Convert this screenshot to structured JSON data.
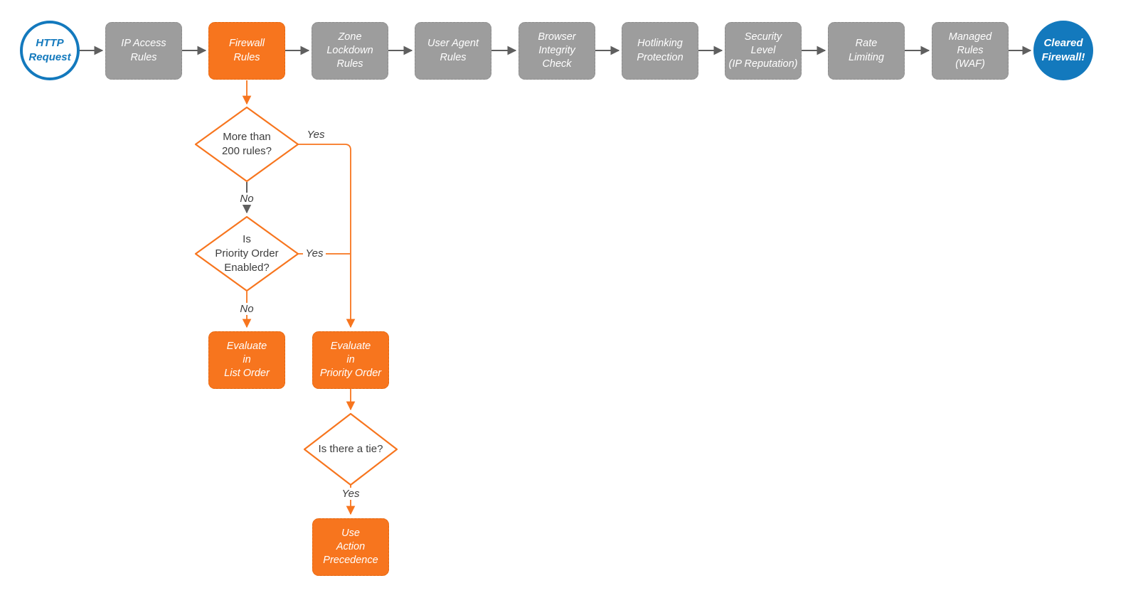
{
  "colors": {
    "orange": "#f7751e",
    "blue": "#1379bd",
    "gray": "#9d9d9d",
    "arrow": "#5f5f5f",
    "ink": "#3d3d3d"
  },
  "nodes": {
    "http_request": {
      "label": "HTTP\nRequest"
    },
    "ip_access_rules": {
      "label": "IP Access\nRules"
    },
    "firewall_rules": {
      "label": "Firewall\nRules"
    },
    "zone_lockdown_rules": {
      "label": "Zone\nLockdown\nRules"
    },
    "user_agent_rules": {
      "label": "User Agent\nRules"
    },
    "browser_integrity_check": {
      "label": "Browser\nIntegrity\nCheck"
    },
    "hotlinking_protection": {
      "label": "Hotlinking\nProtection"
    },
    "security_level": {
      "label": "Security\nLevel\n(IP Reputation)"
    },
    "rate_limiting": {
      "label": "Rate\nLimiting"
    },
    "managed_rules_waf": {
      "label": "Managed\nRules\n(WAF)"
    },
    "cleared_firewall": {
      "label": "Cleared\nFirewall!"
    },
    "more_than_200_rules": {
      "label": "More than\n200 rules?"
    },
    "priority_order_enabled": {
      "label": "Is\nPriority Order\nEnabled?"
    },
    "evaluate_list_order": {
      "label": "Evaluate\nin\nList Order"
    },
    "evaluate_priority_order": {
      "label": "Evaluate\nin\nPriority Order"
    },
    "is_there_a_tie": {
      "label": "Is there a tie?"
    },
    "use_action_precedence": {
      "label": "Use\nAction\nPrecedence"
    }
  },
  "edge_labels": {
    "more_than_200_yes": "Yes",
    "more_than_200_no": "No",
    "priority_enabled_yes": "Yes",
    "priority_enabled_no": "No",
    "tie_yes": "Yes"
  }
}
